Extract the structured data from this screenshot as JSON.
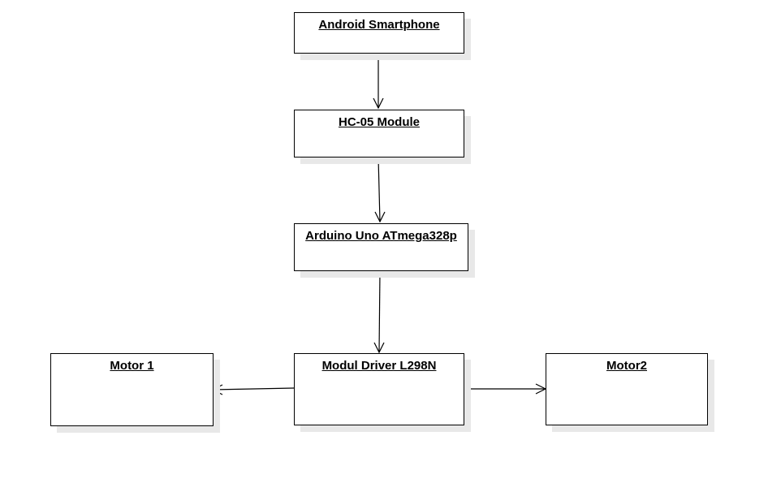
{
  "diagram": {
    "blocks": [
      {
        "id": "android",
        "label": "Android Smartphone"
      },
      {
        "id": "hc05",
        "label": "HC-05 Module"
      },
      {
        "id": "arduino",
        "label": "Arduino Uno ATmega328p"
      },
      {
        "id": "driver",
        "label": "Modul Driver L298N"
      },
      {
        "id": "motor1",
        "label": "Motor 1"
      },
      {
        "id": "motor2",
        "label": "Motor2"
      }
    ],
    "connections": [
      {
        "from": "android",
        "to": "hc05"
      },
      {
        "from": "hc05",
        "to": "arduino"
      },
      {
        "from": "arduino",
        "to": "driver"
      },
      {
        "from": "driver",
        "to": "motor1"
      },
      {
        "from": "driver",
        "to": "motor2"
      }
    ],
    "colors": {
      "stroke": "#000000",
      "fill": "#ffffff",
      "shadow": "#e8e8e8"
    }
  }
}
